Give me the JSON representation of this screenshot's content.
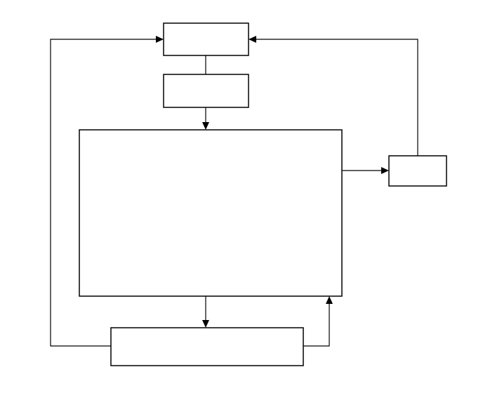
{
  "diagram": {
    "boxes": [
      {
        "id": "top-box",
        "label": ""
      },
      {
        "id": "second-box",
        "label": ""
      },
      {
        "id": "main-box",
        "label": ""
      },
      {
        "id": "right-box",
        "label": ""
      },
      {
        "id": "bottom-box",
        "label": ""
      }
    ],
    "connectors": [
      {
        "id": "top-to-second",
        "from": "top-box",
        "to": "second-box",
        "arrow": false
      },
      {
        "id": "second-to-main",
        "from": "second-box",
        "to": "main-box",
        "arrow": true
      },
      {
        "id": "main-to-right",
        "from": "main-box",
        "to": "right-box",
        "arrow": true
      },
      {
        "id": "right-to-top",
        "from": "right-box",
        "to": "top-box",
        "arrow": true
      },
      {
        "id": "main-to-bottom",
        "from": "main-box",
        "to": "bottom-box",
        "arrow": true
      },
      {
        "id": "bottom-to-main",
        "from": "bottom-box",
        "to": "main-box",
        "arrow": true
      },
      {
        "id": "bottom-to-top",
        "from": "bottom-box",
        "to": "top-box",
        "arrow": true
      }
    ]
  }
}
